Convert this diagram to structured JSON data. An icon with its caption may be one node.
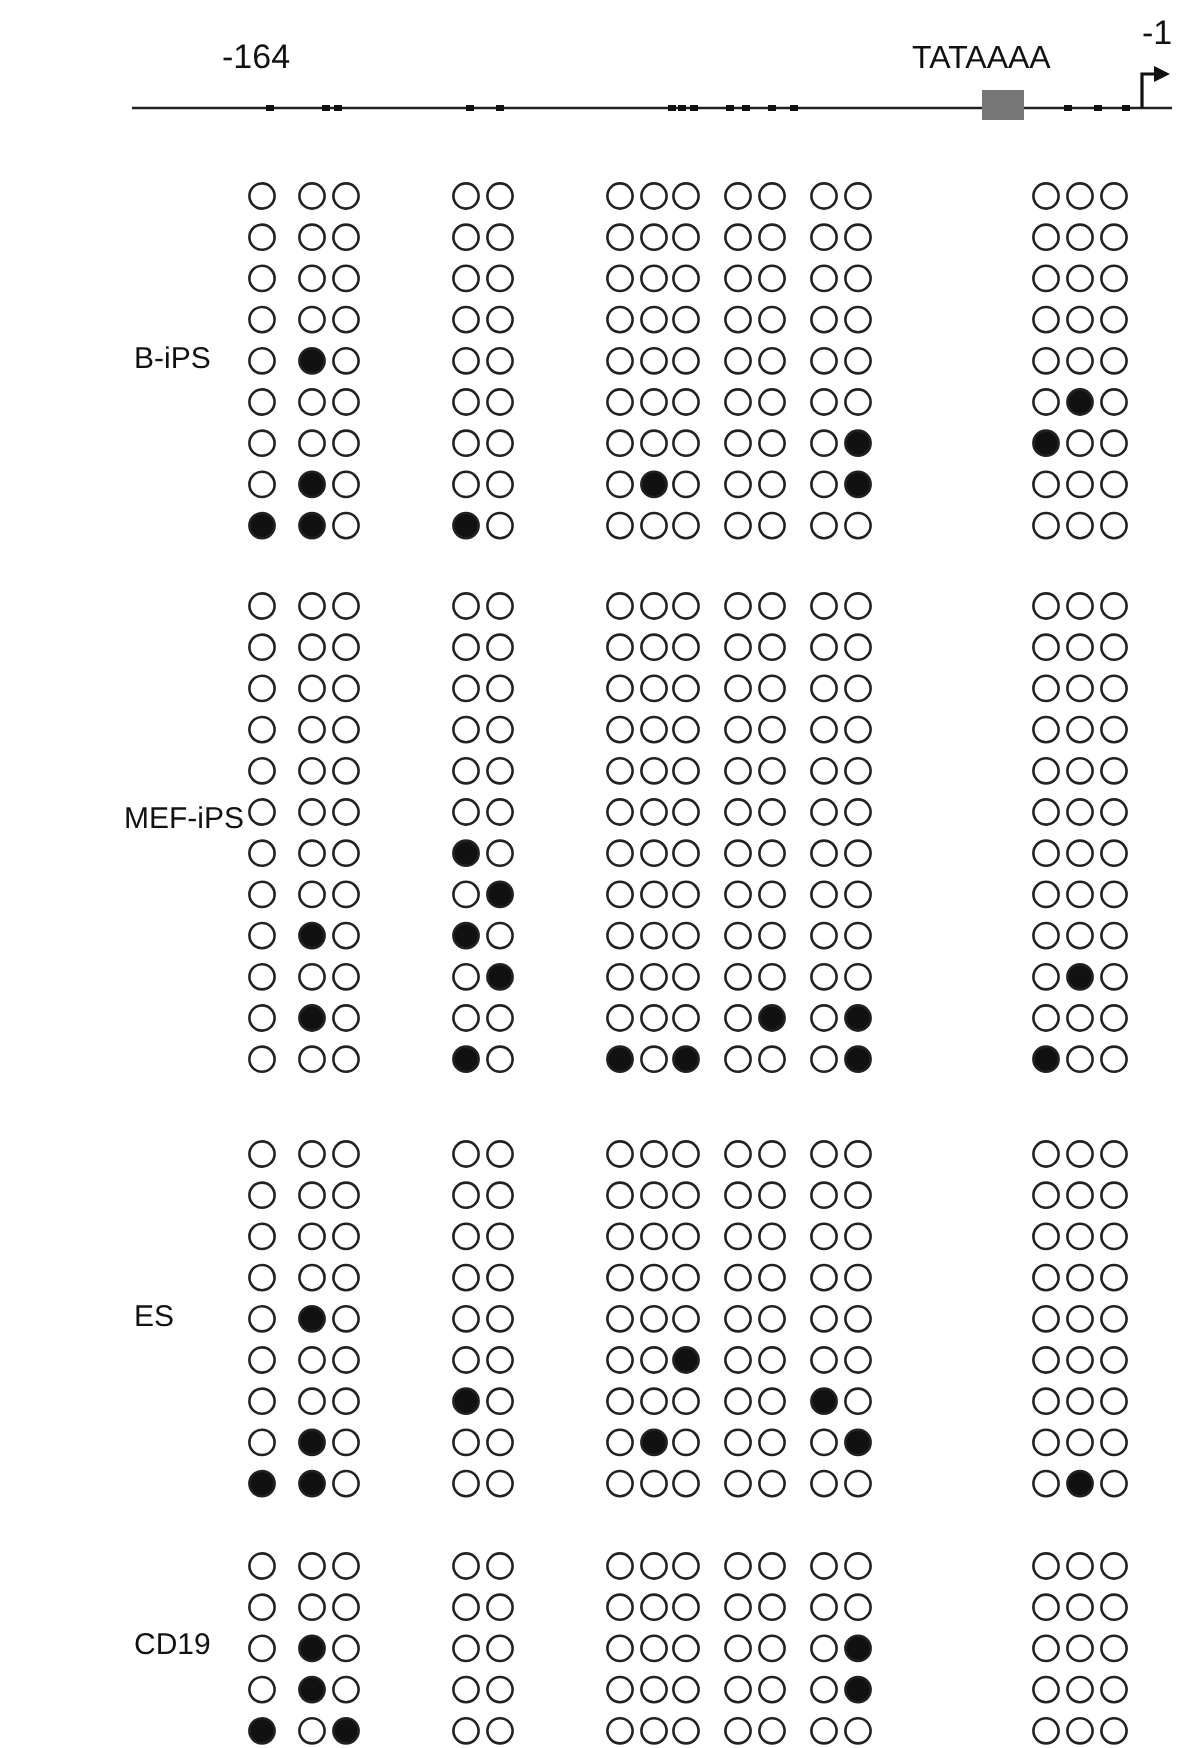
{
  "diagram": {
    "labels": [
      "-164",
      "TATAAAA",
      "-1",
      "B-iPS",
      "MEF-iPS",
      "ES",
      "CD19"
    ]
  }
}
